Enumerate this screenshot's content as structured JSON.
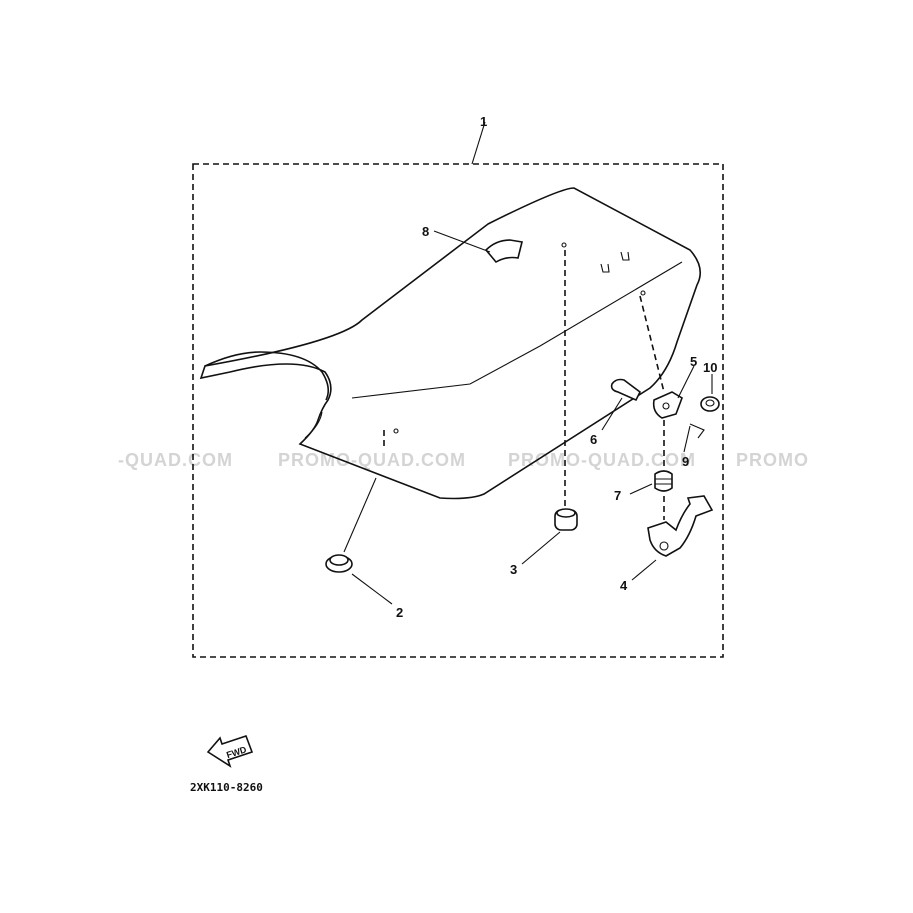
{
  "diagram": {
    "part_labels": [
      "1",
      "2",
      "3",
      "4",
      "5",
      "6",
      "7",
      "8",
      "9",
      "10"
    ],
    "direction_arrow": {
      "label": "FWD",
      "icon": "forward-arrow-icon"
    },
    "drawing_code": "2XK110-8260"
  },
  "watermarks": [
    "-QUAD.COM",
    "PROMO-QUAD.COM",
    "PROMO-QUAD.COM",
    "PROMO"
  ]
}
